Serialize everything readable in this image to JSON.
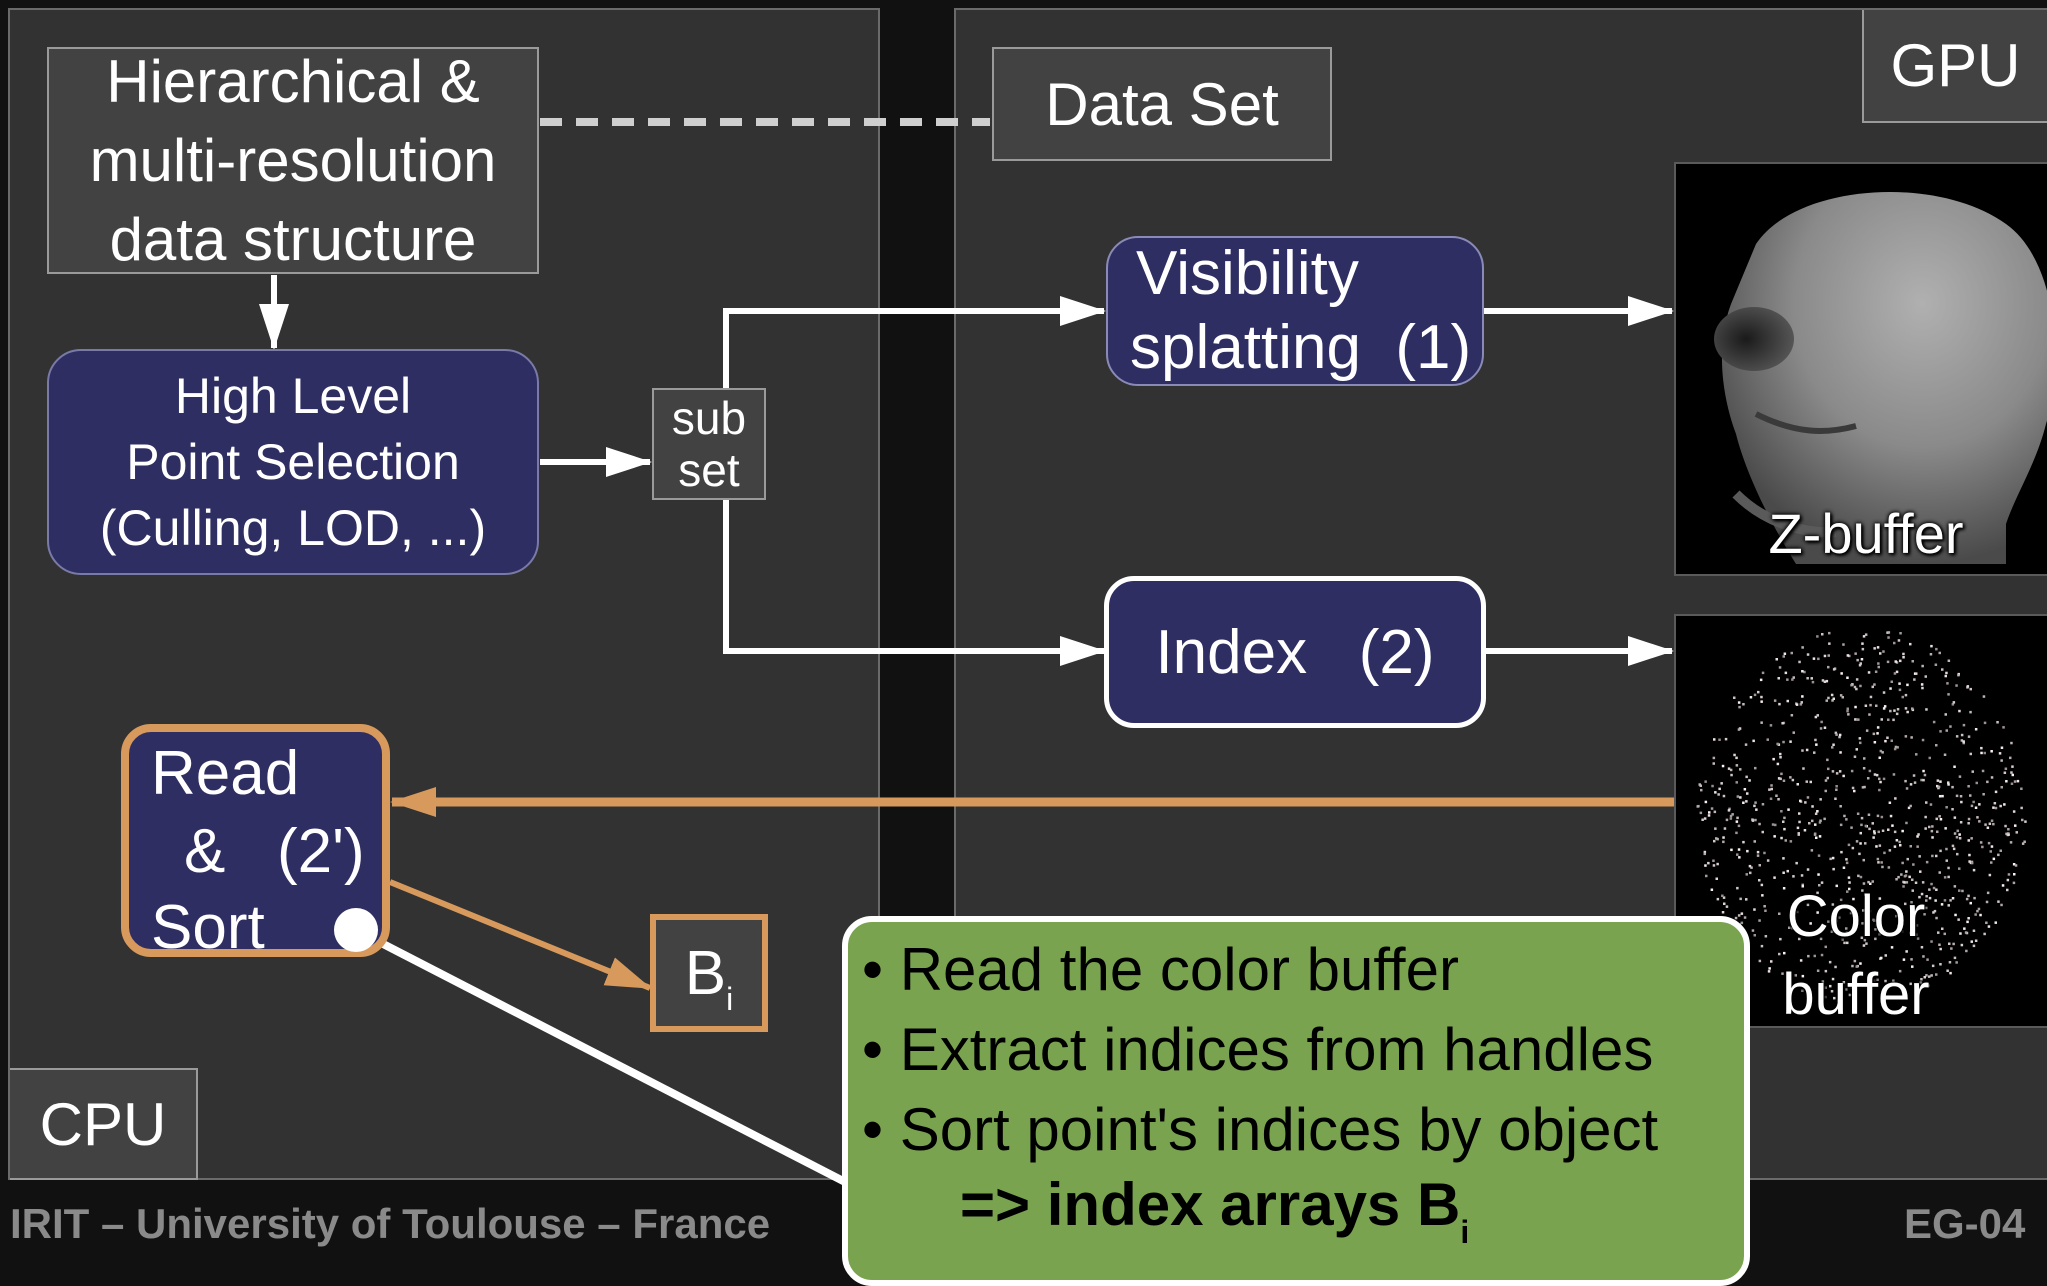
{
  "diagram": {
    "cpu_label": "CPU",
    "gpu_label": "GPU",
    "data_set_label": "Data Set",
    "hierarchical_box": {
      "lines": "Hierarchical &\nmulti-resolution\ndata structure"
    },
    "selection_box": {
      "lines": "High Level\nPoint Selection\n(Culling, LOD, ...)"
    },
    "subset_box": {
      "lines": "sub\nset"
    },
    "visibility_box": {
      "line1": "Visibility",
      "line2": "splatting  (1)"
    },
    "index_box": {
      "label": "Index   (2)"
    },
    "read_sort_box": {
      "line1": "Read",
      "line2": "&   (2')",
      "line3": "Sort"
    },
    "bi_box": {
      "main": "B",
      "sub": "i"
    },
    "zbuffer_label": "Z-buffer",
    "color_buffer_label": "Color\nbuffer"
  },
  "callout": {
    "bullets": [
      "Read the color buffer",
      "Extract indices from handles",
      "Sort point's indices by object"
    ],
    "result_text": "=> index arrays B",
    "result_sub": "i"
  },
  "footer": {
    "left": "IRIT – University of Toulouse – France",
    "right": "EG-04"
  },
  "colors": {
    "navy": "#2e2e62",
    "orange": "#d89a5c",
    "green": "#7aa34f",
    "panel": "#323232"
  }
}
